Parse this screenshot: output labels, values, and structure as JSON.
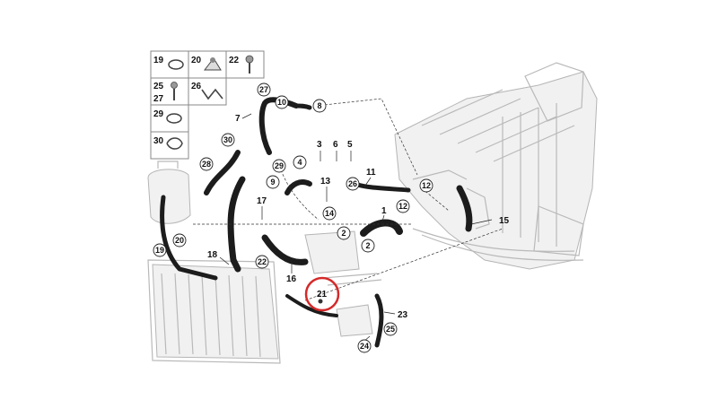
{
  "diagram": {
    "highlight_color": "#d42a2a",
    "highlighted_part": "21",
    "legend_cells": [
      {
        "label": "19",
        "icon": "hose-clamp-icon"
      },
      {
        "label": "20",
        "icon": "clip-icon"
      },
      {
        "label": "22",
        "icon": "bolt-icon"
      },
      {
        "label": "25",
        "icon": "bolt-icon"
      },
      {
        "label": "27",
        "icon": "bolt-icon"
      },
      {
        "label": "26",
        "icon": "bracket-icon"
      },
      {
        "label": "29",
        "icon": "hose-clamp-icon"
      },
      {
        "label": "30",
        "icon": "hose-clamp-icon"
      }
    ],
    "callouts_plain": [
      "7",
      "3",
      "6",
      "5",
      "13",
      "11",
      "1",
      "15",
      "17",
      "18",
      "16",
      "21",
      "23"
    ],
    "callouts_circled": [
      "27",
      "10",
      "8",
      "30",
      "28",
      "4",
      "29",
      "9",
      "26",
      "12",
      "12",
      "14",
      "2",
      "2",
      "20",
      "19",
      "22",
      "25",
      "24"
    ]
  }
}
